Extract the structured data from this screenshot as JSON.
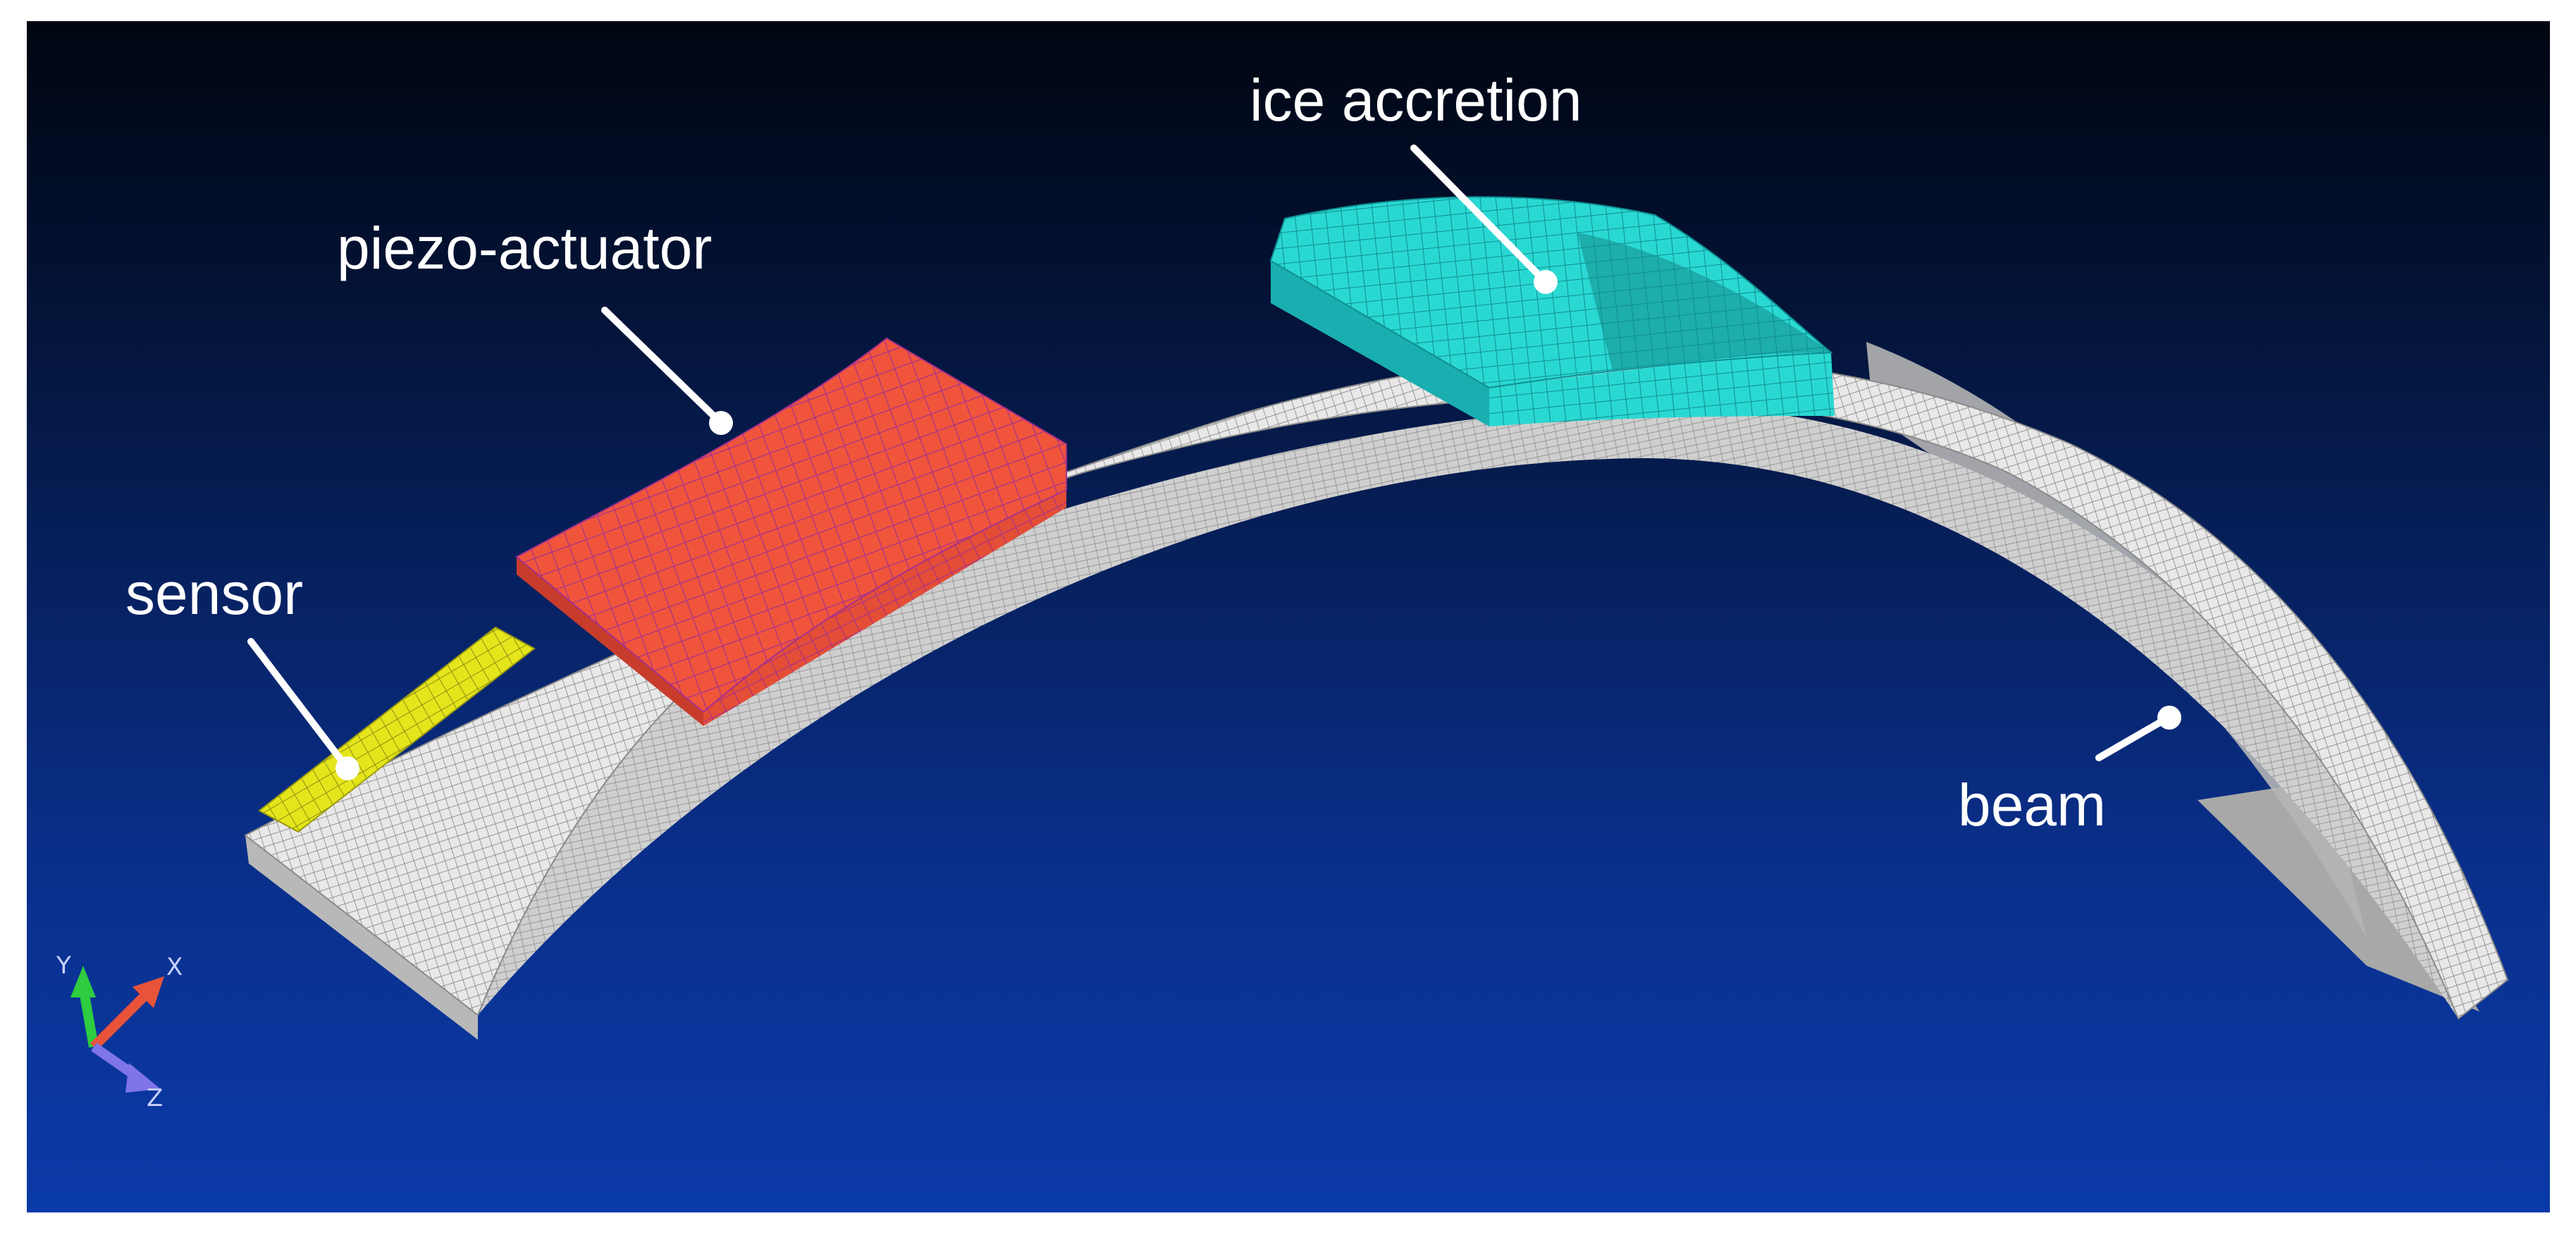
{
  "labels": {
    "ice": "ice accretion",
    "piezo": "piezo-actuator",
    "sensor": "sensor",
    "beam": "beam"
  },
  "triad": {
    "x": "X",
    "y": "Y",
    "z": "Z"
  },
  "colors": {
    "beam": "#e6e6e6",
    "beam_side": "#b8b8b8",
    "mesh": "#707070",
    "piezo": "#f0553c",
    "piezo_mesh": "#b0308a",
    "ice": "#2ad3cf",
    "ice_side": "#1aaeb0",
    "ice_mesh": "#0f7f86",
    "sensor": "#e2e21a",
    "sensor_mesh": "#8a8a10"
  }
}
